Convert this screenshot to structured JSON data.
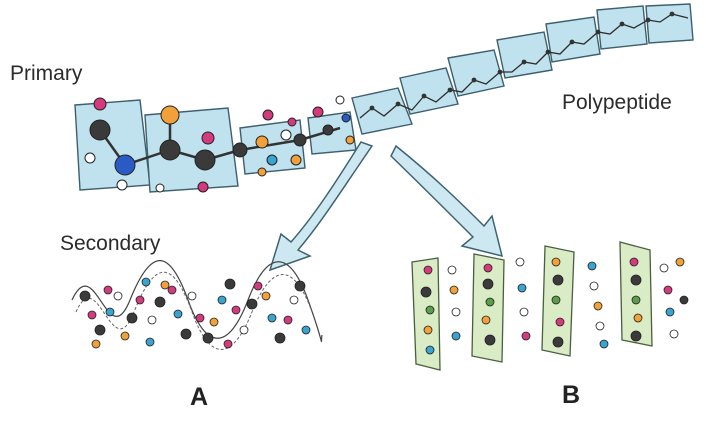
{
  "labels": {
    "primary": "Primary",
    "polypeptide": "Polypeptide",
    "secondary": "Secondary",
    "a": "A",
    "b": "B"
  },
  "colors": {
    "segment_fill": "#bfe2ee",
    "segment_stroke": "#3d5f6e",
    "sheet_fill": "#d9ecc6",
    "sheet_stroke": "#4a5f40",
    "arrow_fill": "#cde8f0",
    "arrow_stroke": "#3d6273",
    "atom_carbon": "#3a3a3a",
    "atom_nitrogen": "#2a5bc4",
    "atom_oxygen": "#d43b7e",
    "atom_side": "#f2a13a",
    "atom_hydrogen": "#ffffff",
    "atom_teal": "#3aa3cf",
    "atom_green": "#5a9e4a"
  }
}
